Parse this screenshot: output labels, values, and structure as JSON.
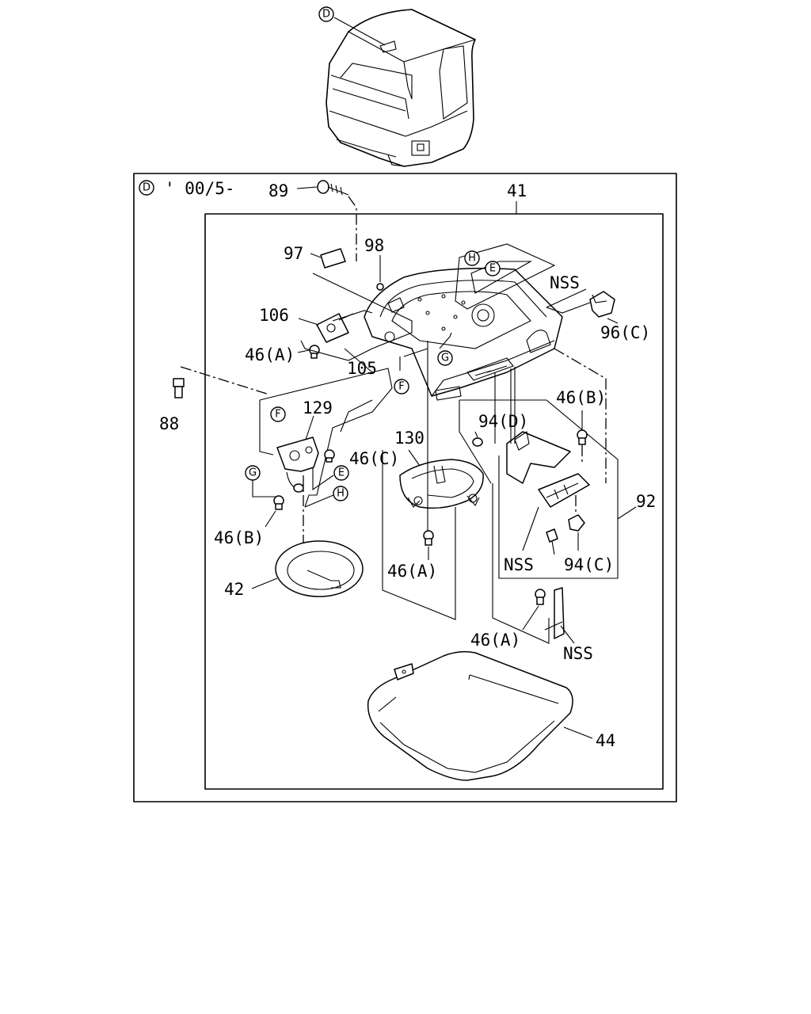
{
  "detail_marker": "D",
  "detail_note": "' 00/5-",
  "part_labels": {
    "p89": "89",
    "p41": "41",
    "p97": "97",
    "p98": "98",
    "p106": "106",
    "p46A_1": "46(A)",
    "p105": "105",
    "p88": "88",
    "p129": "129",
    "p46C_1": "46(C)",
    "p46B_1": "46(B)",
    "p42": "42",
    "p130": "130",
    "p46A_2": "46(A)",
    "pNSS_1": "NSS",
    "p96C": "96(C)",
    "p94D": "94(D)",
    "p46B_2": "46(B)",
    "p92": "92",
    "pNSS_2": "NSS",
    "p94C": "94(C)",
    "p46A_3": "46(A)",
    "pNSS_3": "NSS",
    "p44": "44"
  },
  "ref_markers": {
    "D_top": "D",
    "D_box": "D",
    "H1": "H",
    "E1": "E",
    "G1": "G",
    "F1": "F",
    "F2": "F",
    "G2": "G",
    "E2": "E",
    "H2": "H"
  }
}
